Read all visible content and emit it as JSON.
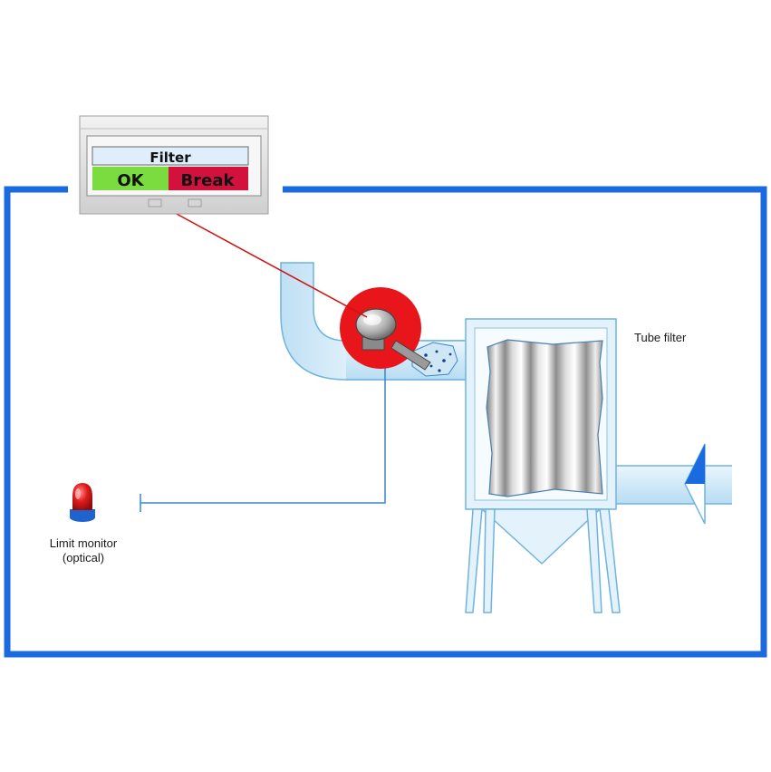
{
  "colors": {
    "frame": "#1a6be0",
    "pipe_fill": "#d3ebf8",
    "pipe_edge": "#6fb3e0",
    "sensor_ring": "#e8151b",
    "ok_green": "#7bdc3f",
    "break_red": "#d2123d",
    "signal_line": "#d11111",
    "wire": "#3b86c8",
    "lamp_red": "#e01a1a",
    "lamp_base": "#1f63cc"
  },
  "display": {
    "title": "Filter",
    "ok": "OK",
    "break": "Break"
  },
  "labels": {
    "tube_filter": "Tube filter",
    "limit_monitor_line1": "Limit monitor",
    "limit_monitor_line2": "(optical)"
  },
  "icons": {
    "sensor": "dust-sensor-icon",
    "lamp": "warning-lamp-icon",
    "flow": "flow-arrow-icon"
  }
}
